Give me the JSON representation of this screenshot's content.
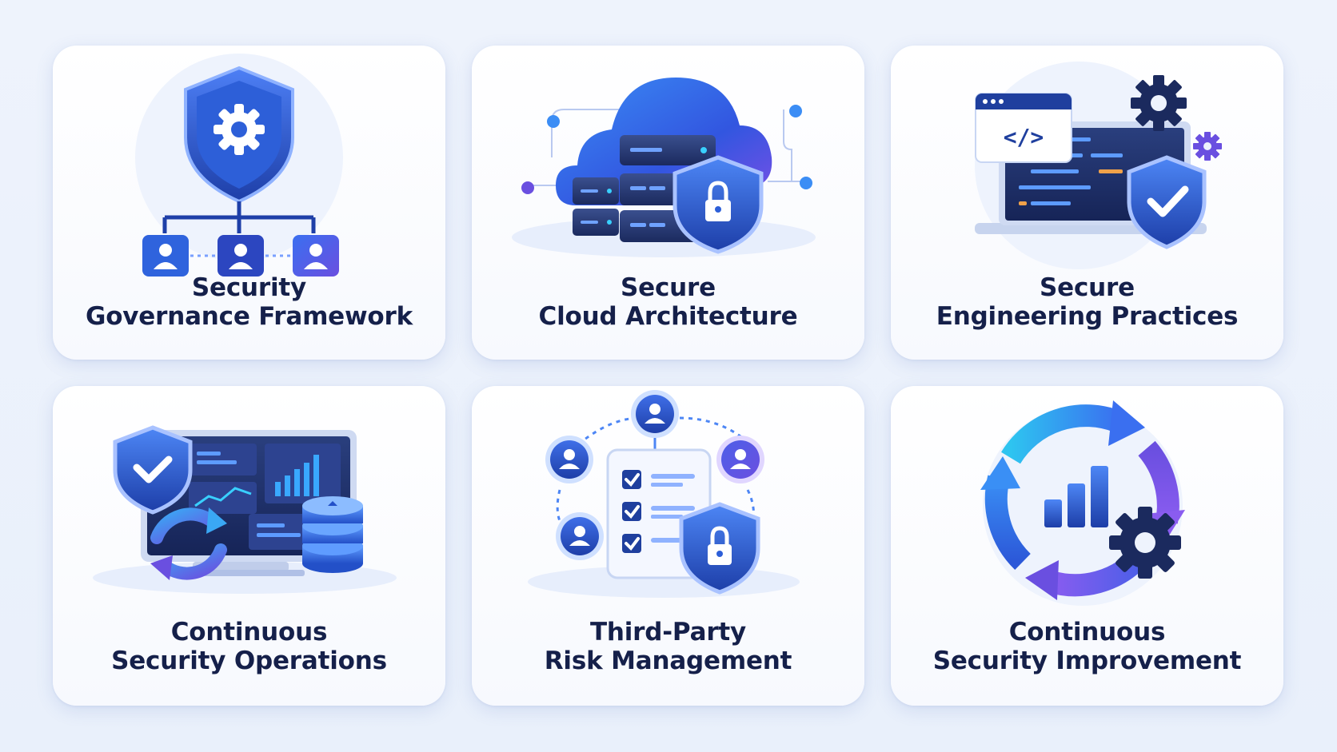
{
  "cards": [
    {
      "line1": "Security",
      "line2": "Governance Framework"
    },
    {
      "line1": "Secure",
      "line2": "Cloud Architecture"
    },
    {
      "line1": "Secure",
      "line2": "Engineering Practices"
    },
    {
      "line1": "Continuous",
      "line2": "Security Operations"
    },
    {
      "line1": "Third-Party",
      "line2": "Risk Management"
    },
    {
      "line1": "Continuous",
      "line2": "Security Improvement"
    }
  ],
  "icons": [
    "shield-gear-hierarchy-icon",
    "cloud-server-lock-icon",
    "code-laptop-shield-icon",
    "monitor-dashboard-database-icon",
    "vendor-checklist-lock-icon",
    "cycle-chart-gear-icon"
  ],
  "colors": {
    "primary": "#2f5fe0",
    "deep": "#1f3f9e",
    "violet": "#6a4fe0",
    "text": "#15204a",
    "background": "#eef3fc"
  }
}
